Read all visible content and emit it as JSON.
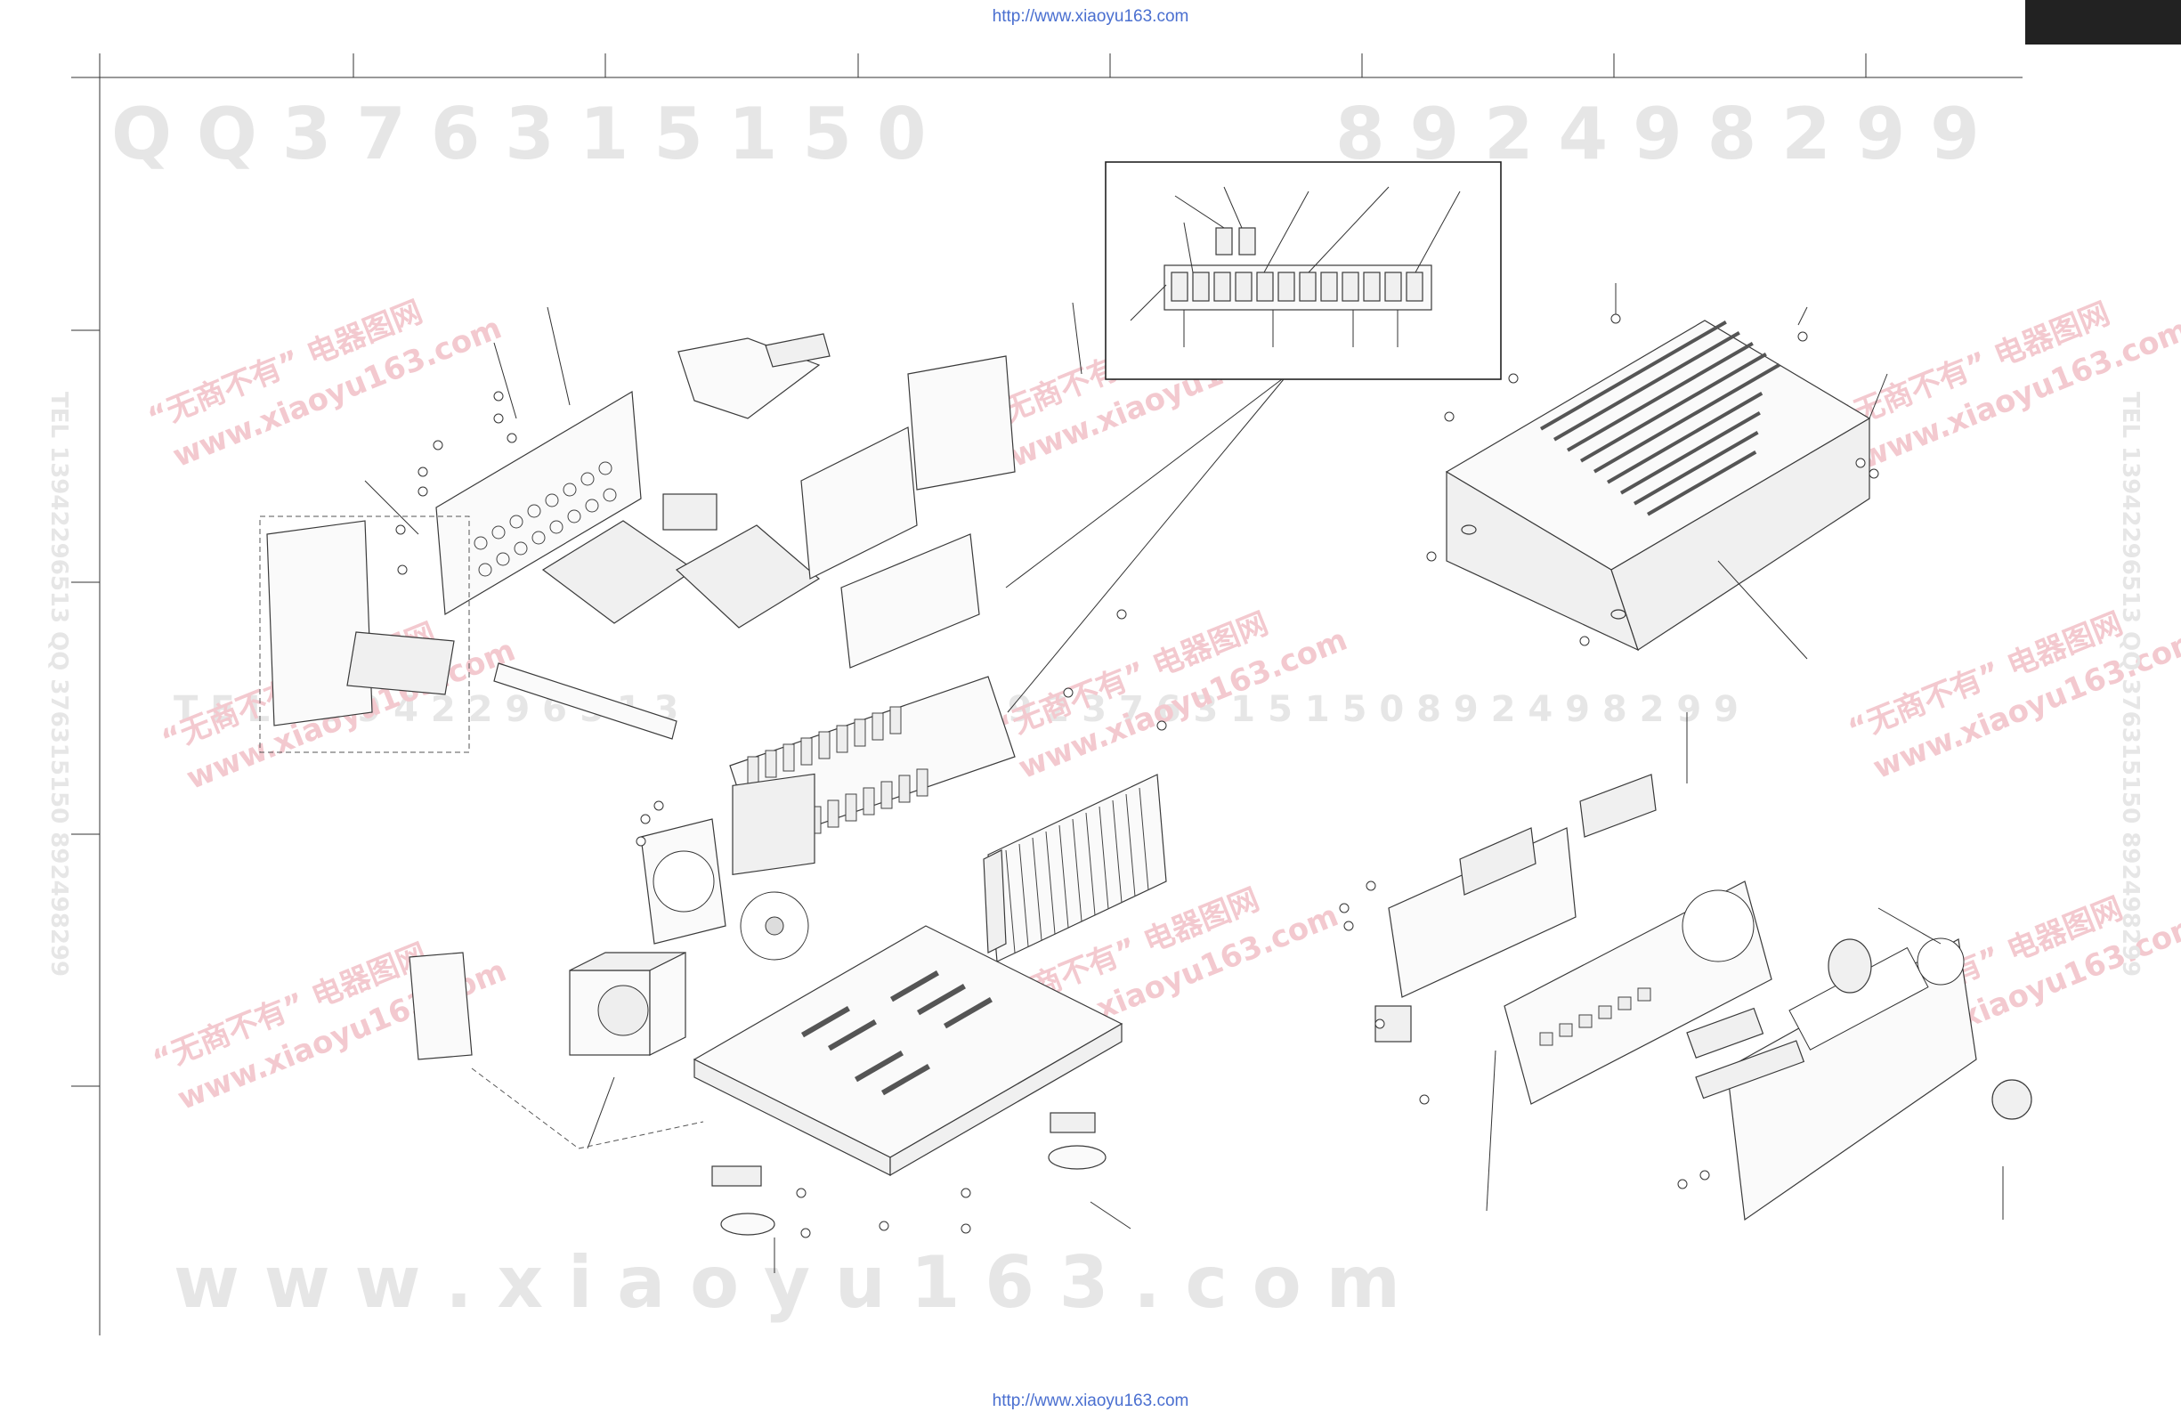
{
  "source": {
    "url_top": "http://www.xiaoyu163.com",
    "url_bottom": "http://www.xiaoyu163.com"
  },
  "watermarks": {
    "row1_left": "Q Q 3 7 6 3 1 5 1 5 0",
    "row1_right": "8 9 2 4 9 8 2 9 9",
    "row2": "T E L 1 3 9 4 2 2 9 6 5 1 3",
    "row2_right": "9 9 2 3 7 6 3 1 5 1 5 0   8 9 2 4 9 8 2 9 9",
    "row3": "w w w . x i a o y u 1 6 3 . c o m",
    "cn_stamp": "“无商不有” 电器图网",
    "site_stamp": "www.xiaoyu163.com",
    "side_text": "TEL 13942296513 QQ 376315150 892498299"
  },
  "colors": {
    "url": "#4a6fd0",
    "line": "#333333",
    "watermark_grey": "#e6e6e6",
    "watermark_red": "#f3c9cf",
    "badge": "#222222"
  }
}
